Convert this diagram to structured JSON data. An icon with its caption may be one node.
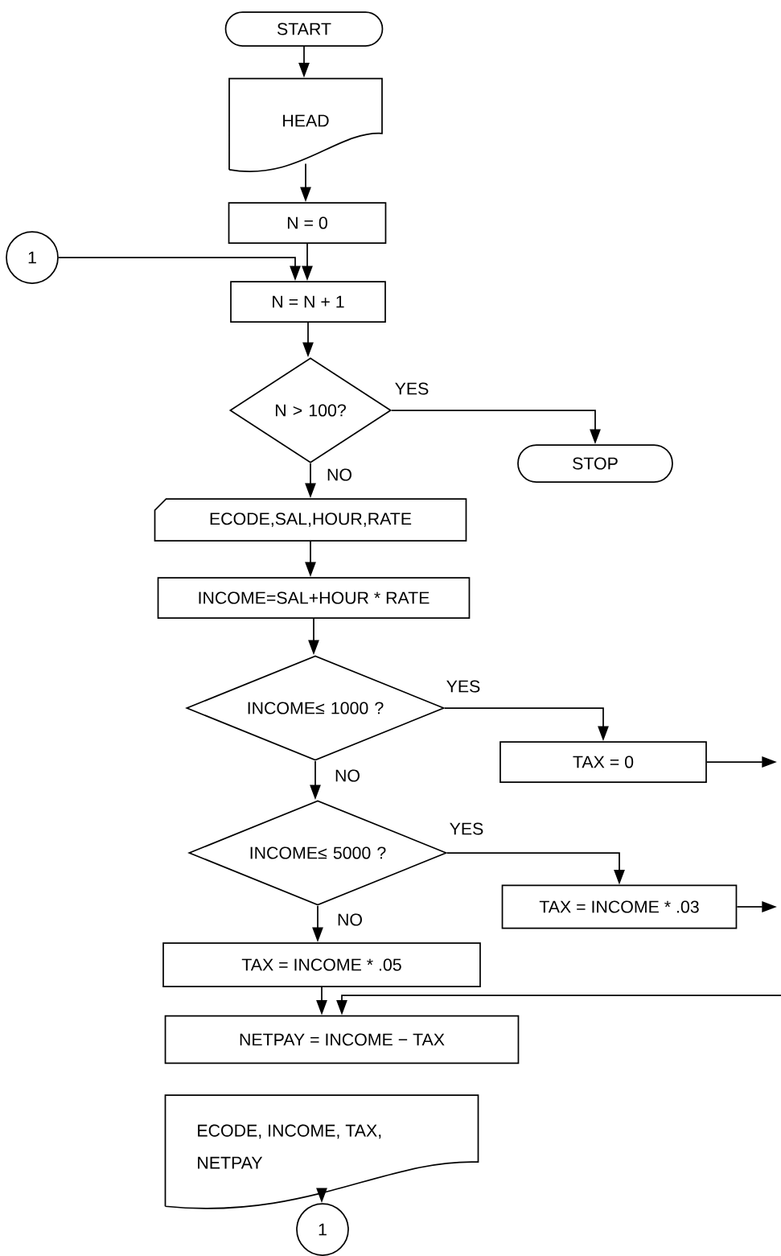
{
  "diagram": {
    "nodes": [
      {
        "text": [
          "START"
        ]
      },
      {
        "text": [
          "HEAD"
        ]
      },
      {
        "text": [
          "N = 0"
        ]
      },
      {
        "text": [
          "1"
        ]
      },
      {
        "text": [
          "N = N + 1"
        ]
      },
      {
        "text": [
          "N > 100?"
        ]
      },
      {
        "text": [
          "STOP"
        ]
      },
      {
        "text": [
          "ECODE,SAL,HOUR,RATE"
        ]
      },
      {
        "text": [
          "INCOME=SAL+HOUR * RATE"
        ]
      },
      {
        "text": [
          "INCOME≤ 1000 ?"
        ]
      },
      {
        "text": [
          "TAX = 0"
        ]
      },
      {
        "text": [
          "INCOME≤ 5000 ?"
        ]
      },
      {
        "text": [
          "TAX = INCOME * .03"
        ]
      },
      {
        "text": [
          "TAX = INCOME * .05"
        ]
      },
      {
        "text": [
          "NETPAY = INCOME − TAX"
        ]
      },
      {
        "text": [
          "ECODE, INCOME, TAX, NETPAY"
        ]
      },
      {
        "text": [
          "1"
        ]
      }
    ],
    "edges": [
      {
        "from": 0,
        "to": 1,
        "arrow": "to"
      },
      {
        "from": 1,
        "to": 2,
        "arrow": "to"
      },
      {
        "from": 2,
        "to": 4,
        "arrow": "to"
      },
      {
        "from": 3,
        "to": 4,
        "arrow": "to"
      },
      {
        "from": 4,
        "to": 5,
        "arrow": "to"
      },
      {
        "from": 5,
        "to": 6,
        "arrow": "to",
        "label": "YES"
      },
      {
        "from": 5,
        "to": 7,
        "arrow": "to",
        "label": "NO"
      },
      {
        "from": 7,
        "to": 8,
        "arrow": "to"
      },
      {
        "from": 8,
        "to": 9,
        "arrow": "to"
      },
      {
        "from": 9,
        "to": 10,
        "arrow": "to",
        "label": "YES"
      },
      {
        "from": 9,
        "to": 11,
        "arrow": "to",
        "label": "NO"
      },
      {
        "from": 11,
        "to": 12,
        "arrow": "to",
        "label": "YES"
      },
      {
        "from": 11,
        "to": 13,
        "arrow": "to",
        "label": "NO"
      },
      {
        "from": 13,
        "to": 14,
        "arrow": "to"
      },
      {
        "from": 10,
        "to": null,
        "arrow": "to"
      },
      {
        "from": 12,
        "to": null,
        "arrow": "to"
      },
      {
        "from": null,
        "to": 14,
        "arrow": "to"
      },
      {
        "from": 15,
        "to": 16,
        "arrow": "to"
      }
    ]
  }
}
